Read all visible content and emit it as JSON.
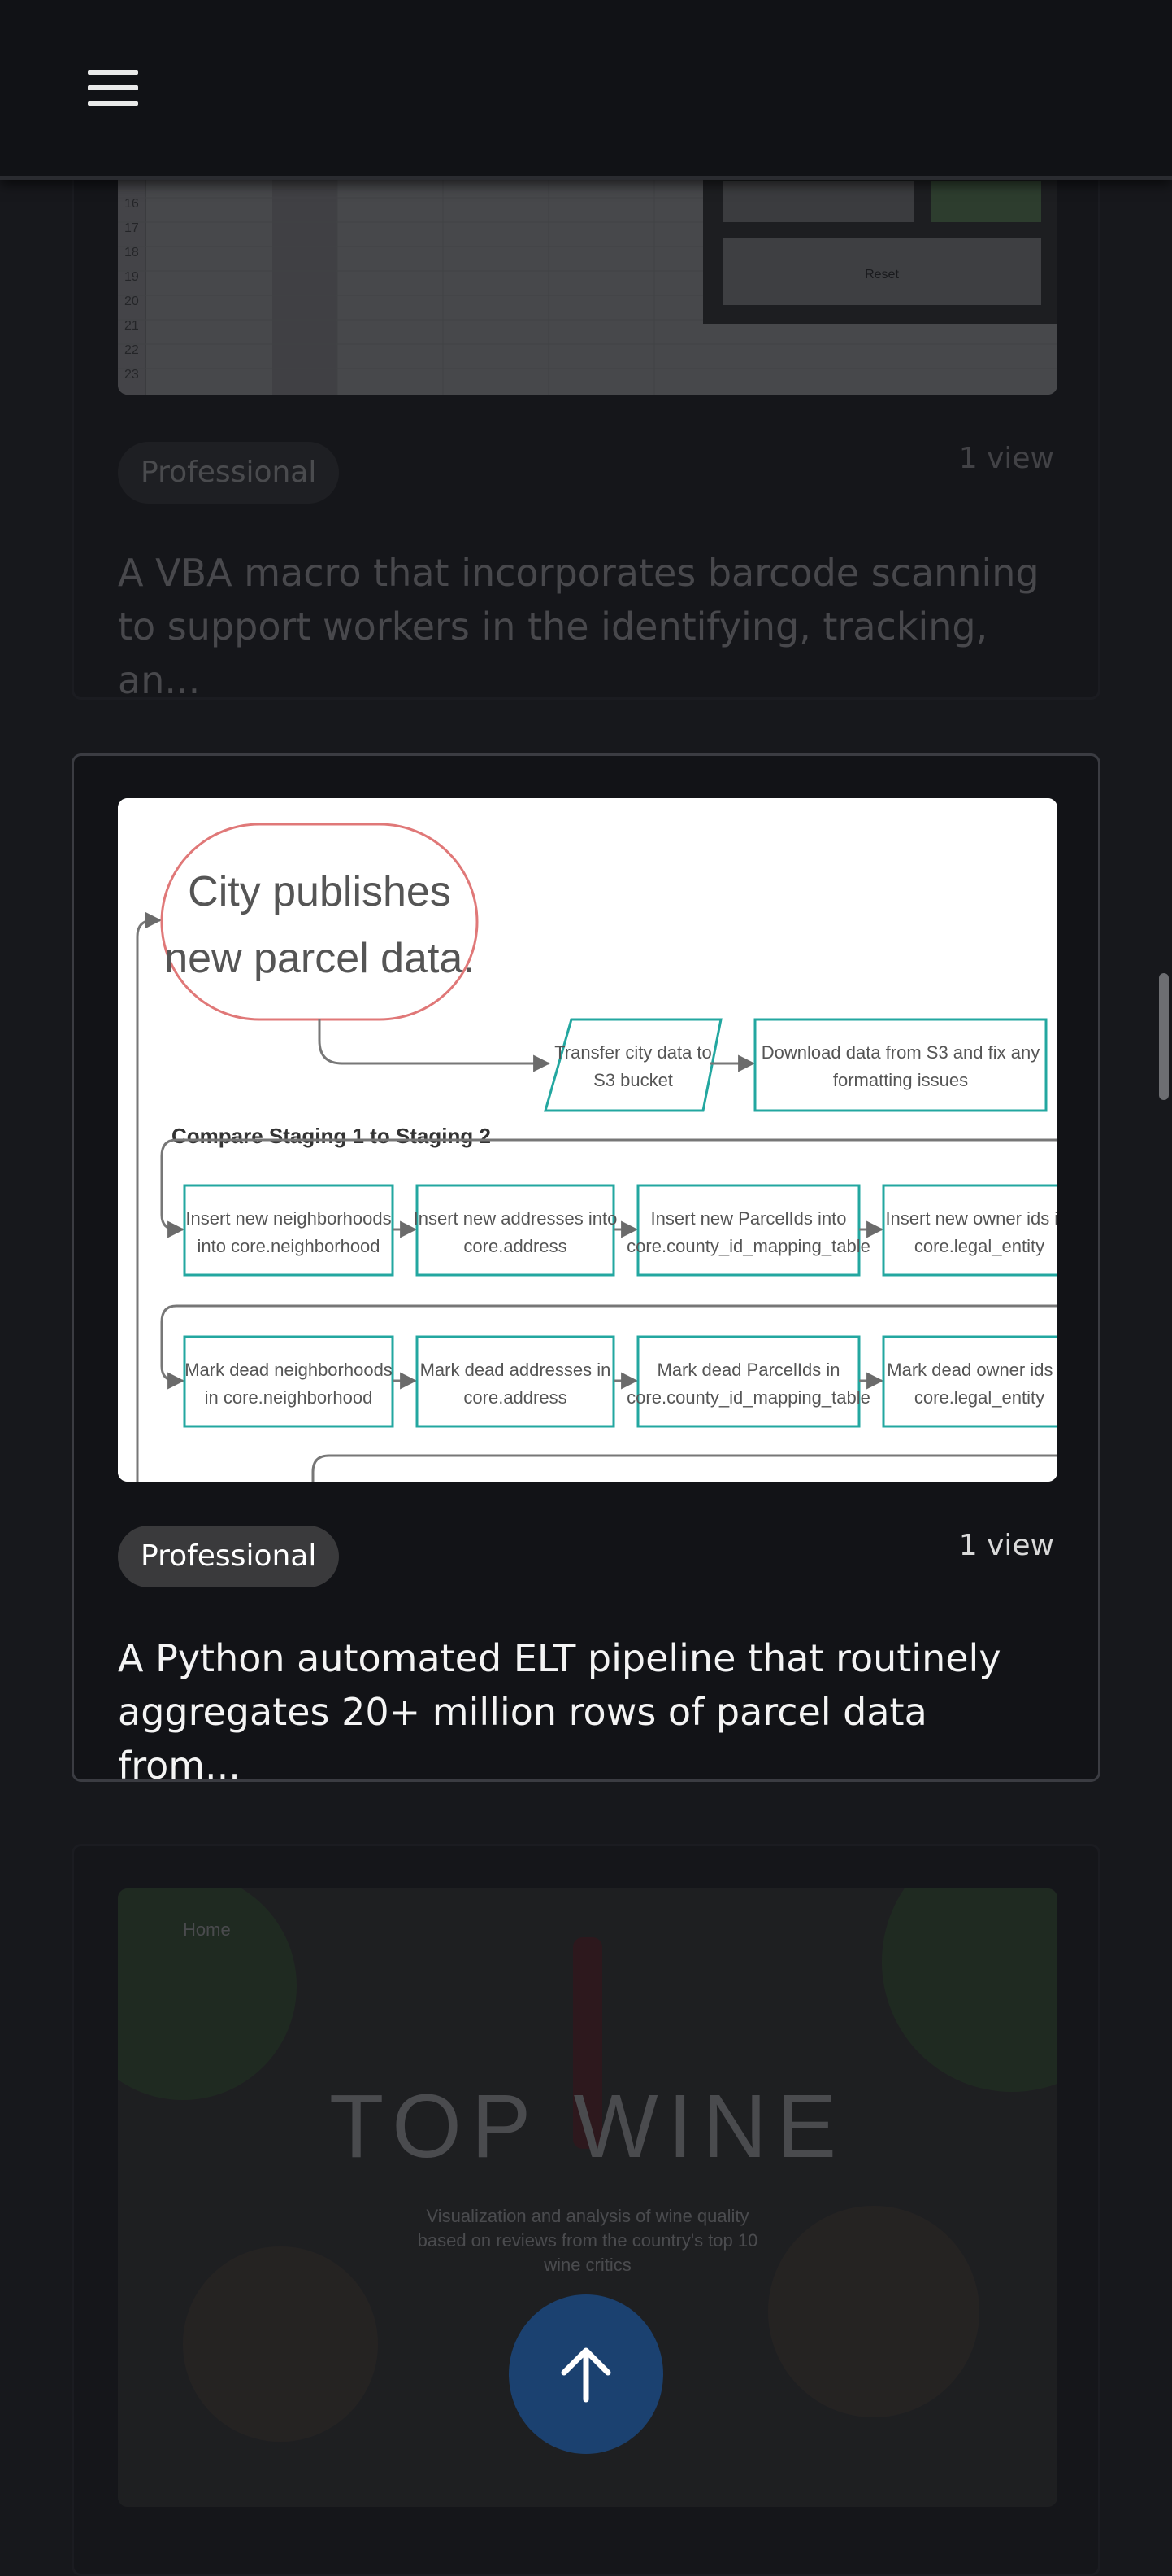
{
  "header": {
    "menu_icon": "hamburger-menu-icon"
  },
  "cards": [
    {
      "badge": "Professional",
      "views": "1 view",
      "description": "A VBA macro that incorporates barcode scanning to support workers in the identifying, tracking, an...",
      "thumbnail": {
        "row_numbers": [
          "16",
          "17",
          "18",
          "19",
          "20",
          "21",
          "22",
          "23"
        ],
        "button_label": "Reset"
      }
    },
    {
      "badge": "Professional",
      "views": "1 view",
      "description": "A Python automated ELT pipeline that routinely aggregates 20+ million rows of parcel data from...",
      "diagram": {
        "start": [
          "City publishes",
          "new parcel data."
        ],
        "transfer": [
          "Transfer  city data to",
          "S3 bucket"
        ],
        "download": [
          "Download data from S3 and fix any",
          "formatting issues"
        ],
        "compare_label": "Compare Staging 1 to Staging 2",
        "row1": [
          [
            "Insert new neighborhoods",
            "into core.neighborhood"
          ],
          [
            "Insert new addresses into",
            "core.address"
          ],
          [
            "Insert new ParcelIds into",
            "core.county_id_mapping_table"
          ],
          [
            "Insert new owner ids int",
            "core.legal_entity"
          ]
        ],
        "row2": [
          [
            "Mark dead neighborhoods",
            "in core.neighborhood"
          ],
          [
            "Mark dead addresses in",
            "core.address"
          ],
          [
            "Mark dead ParcelIds in",
            "core.county_id_mapping_table"
          ],
          [
            "Mark dead owner ids in",
            "core.legal_entity"
          ]
        ]
      }
    },
    {
      "thumbnail": {
        "nav_home": "Home",
        "title": "TOP WINE",
        "subtitle": [
          "Visualization and analysis of wine quality",
          "based on reviews from the country's top 10",
          "wine critics"
        ]
      }
    }
  ],
  "back_to_top_icon": "arrow-up-icon",
  "colors": {
    "accent": "#1b4170",
    "diagram_teal": "#23a7a0",
    "diagram_red": "#e07878"
  }
}
